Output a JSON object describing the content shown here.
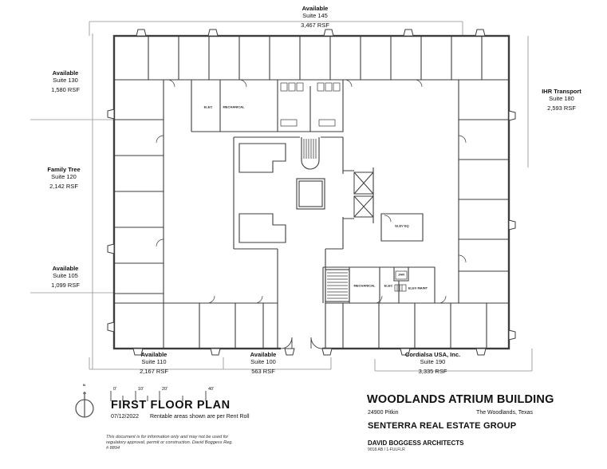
{
  "plan": {
    "suites": [
      {
        "name": "Available",
        "suite": "Suite 145",
        "rsf": "3,467 RSF"
      },
      {
        "name": "Available",
        "suite": "Suite 130",
        "rsf": "1,580 RSF"
      },
      {
        "name": "IHR Transport",
        "suite": "Suite 180",
        "rsf": "2,593 RSF"
      },
      {
        "name": "Family Tree",
        "suite": "Suite 120",
        "rsf": "2,142 RSF"
      },
      {
        "name": "Available",
        "suite": "Suite 105",
        "rsf": "1,099 RSF"
      },
      {
        "name": "Available",
        "suite": "Suite 110",
        "rsf": "2,167 RSF"
      },
      {
        "name": "Available",
        "suite": "Suite 100",
        "rsf": "563 RSF"
      },
      {
        "name": "Cordialsa USA, Inc.",
        "suite": "Suite 190",
        "rsf": "3,335 RSF"
      }
    ],
    "rooms": {
      "elec_top": "ELEC",
      "mech_top": "MECHANICAL",
      "elev_eq": "ELEV EQ",
      "mech_bottom": "MECHANICAL",
      "elec_bottom": "ELEC",
      "jan": "JAN",
      "elev_maint": "ELEV MAINT"
    }
  },
  "titleblock": {
    "title": "FIRST FLOOR PLAN",
    "date": "07/12/2022",
    "note": "Rentable areas shown are per Rent Roll",
    "north_label": "N",
    "scale_ticks": [
      "0'",
      "10'",
      "20'",
      "40'"
    ],
    "disclaimer": "This document is for information only and may not be used for regulatory approval, permit or construction. David Boggess Reg. # 8894",
    "building": "WOODLANDS ATRIUM BUILDING",
    "address": "24900 Pitkin",
    "city": "The Woodlands, Texas",
    "company": "SENTERRA REAL ESTATE GROUP",
    "architect": "DAVID BOGGESS ARCHITECTS",
    "job_number": "9018.AB / 1-FULFLR"
  },
  "colors": {
    "wall": "#3d3d3d",
    "leader": "#909090",
    "text": "#111111",
    "paper": "#ffffff"
  }
}
